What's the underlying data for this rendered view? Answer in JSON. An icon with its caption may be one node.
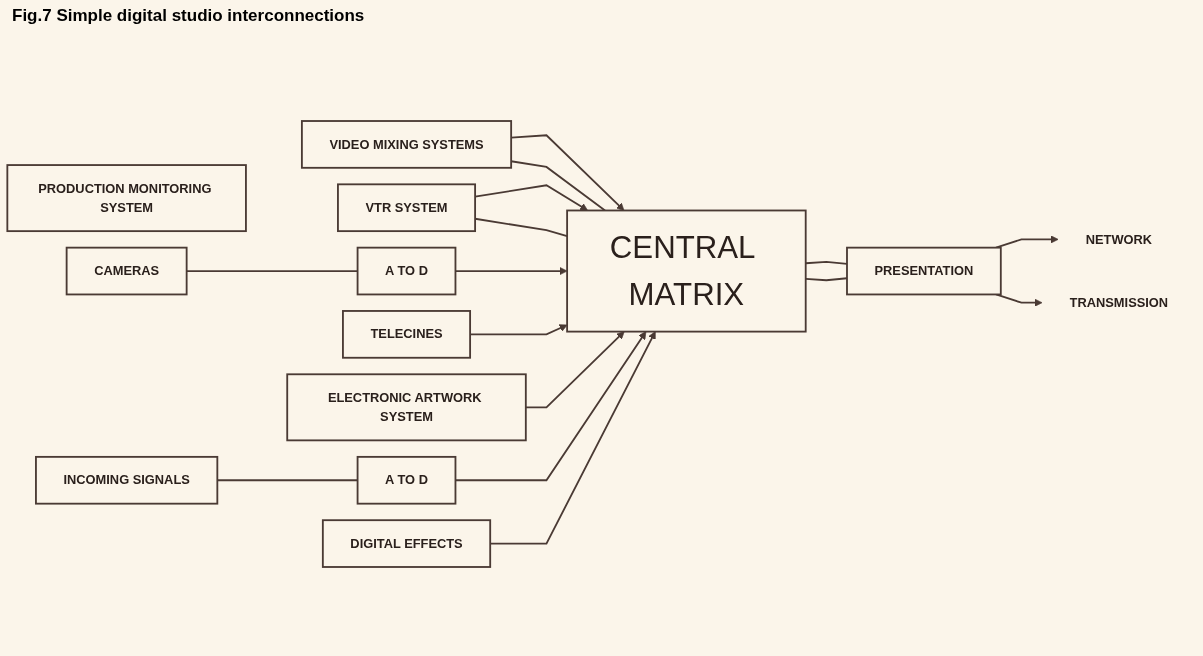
{
  "diagram": {
    "title": "Fig.7 Simple digital studio interconnections",
    "nodes": [
      {
        "text": [
          "PRODUCTION MONITORING SYSTEM"
        ]
      },
      {
        "text": [
          "VIDEO MIXING SYSTEMS"
        ]
      },
      {
        "text": [
          "VTR SYSTEM"
        ]
      },
      {
        "text": [
          "PRESENTATION"
        ]
      },
      {
        "text": [
          "NETWORK"
        ]
      },
      {
        "text": [
          "TRANSMISSION"
        ]
      },
      {
        "text": [
          "CAMERAS"
        ]
      },
      {
        "text": [
          "A TO D"
        ]
      },
      {
        "text": [
          "TELECINES"
        ]
      },
      {
        "text": [
          "ELECTRONIC ARTWORK SYSTEM"
        ]
      },
      {
        "text": [
          "INCOMING SIGNALS"
        ]
      },
      {
        "text": [
          "A TO D"
        ]
      },
      {
        "text": [
          "DIGITAL EFFECTS"
        ]
      },
      {
        "text": [
          "CENTRAL MATRIX"
        ]
      }
    ],
    "edges": [
      {
        "from": 6,
        "to": 7,
        "arrow": "none"
      },
      {
        "from": 7,
        "to": 13,
        "arrow": "to"
      },
      {
        "from": 1,
        "to": 13,
        "arrow": "to"
      },
      {
        "from": 2,
        "to": 13,
        "arrow": "to"
      },
      {
        "from": 8,
        "to": 13,
        "arrow": "to"
      },
      {
        "from": 9,
        "to": 13,
        "arrow": "to"
      },
      {
        "from": 10,
        "to": 11,
        "arrow": "none"
      },
      {
        "from": 11,
        "to": 13,
        "arrow": "to"
      },
      {
        "from": 12,
        "to": 13,
        "arrow": "to"
      },
      {
        "from": 1,
        "to": 13,
        "arrow": "none"
      },
      {
        "from": 2,
        "to": 13,
        "arrow": "none"
      },
      {
        "from": 13,
        "to": 3,
        "arrow": "none"
      },
      {
        "from": 13,
        "to": 3,
        "arrow": "none"
      },
      {
        "from": 3,
        "to": 4,
        "arrow": "to"
      },
      {
        "from": 3,
        "to": 5,
        "arrow": "to"
      }
    ]
  }
}
